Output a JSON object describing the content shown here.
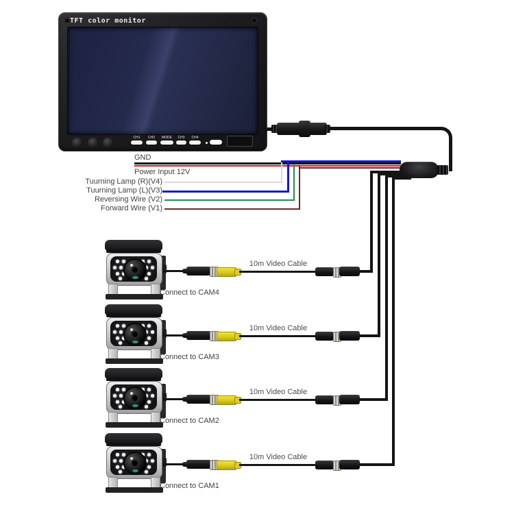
{
  "monitor": {
    "title": "TFT color monitor",
    "buttons": [
      "CH1",
      "CH2",
      "MODE",
      "CH3",
      "CH4"
    ]
  },
  "wires": [
    {
      "label": "GND",
      "color": "#141414"
    },
    {
      "label": "Power Input 12V",
      "color": "#e2151b"
    },
    {
      "label": "Tuurning Lamp (R)(V4)",
      "color": "#d9d9d9"
    },
    {
      "label": "Tuurning Lamp (L)(V3)",
      "color": "#1715d8"
    },
    {
      "label": "Reversing Wire (V2)",
      "color": "#1d8f4f"
    },
    {
      "label": "Forward Wire (V1)",
      "color": "#6f2527"
    }
  ],
  "cameras": [
    {
      "label": "Connect to CAM4",
      "cable_label": "10m Video Cable"
    },
    {
      "label": "Connect to CAM3",
      "cable_label": "10m Video Cable"
    },
    {
      "label": "Connect to CAM2",
      "cable_label": "10m Video Cable"
    },
    {
      "label": "Connect to CAM1",
      "cable_label": "10m Video Cable"
    }
  ],
  "colors": {
    "cable_black": "#141414",
    "connector_yellow": "#e3d41f",
    "connector_silver": "#c9c9c2",
    "screen_navy": "#242a4c"
  }
}
